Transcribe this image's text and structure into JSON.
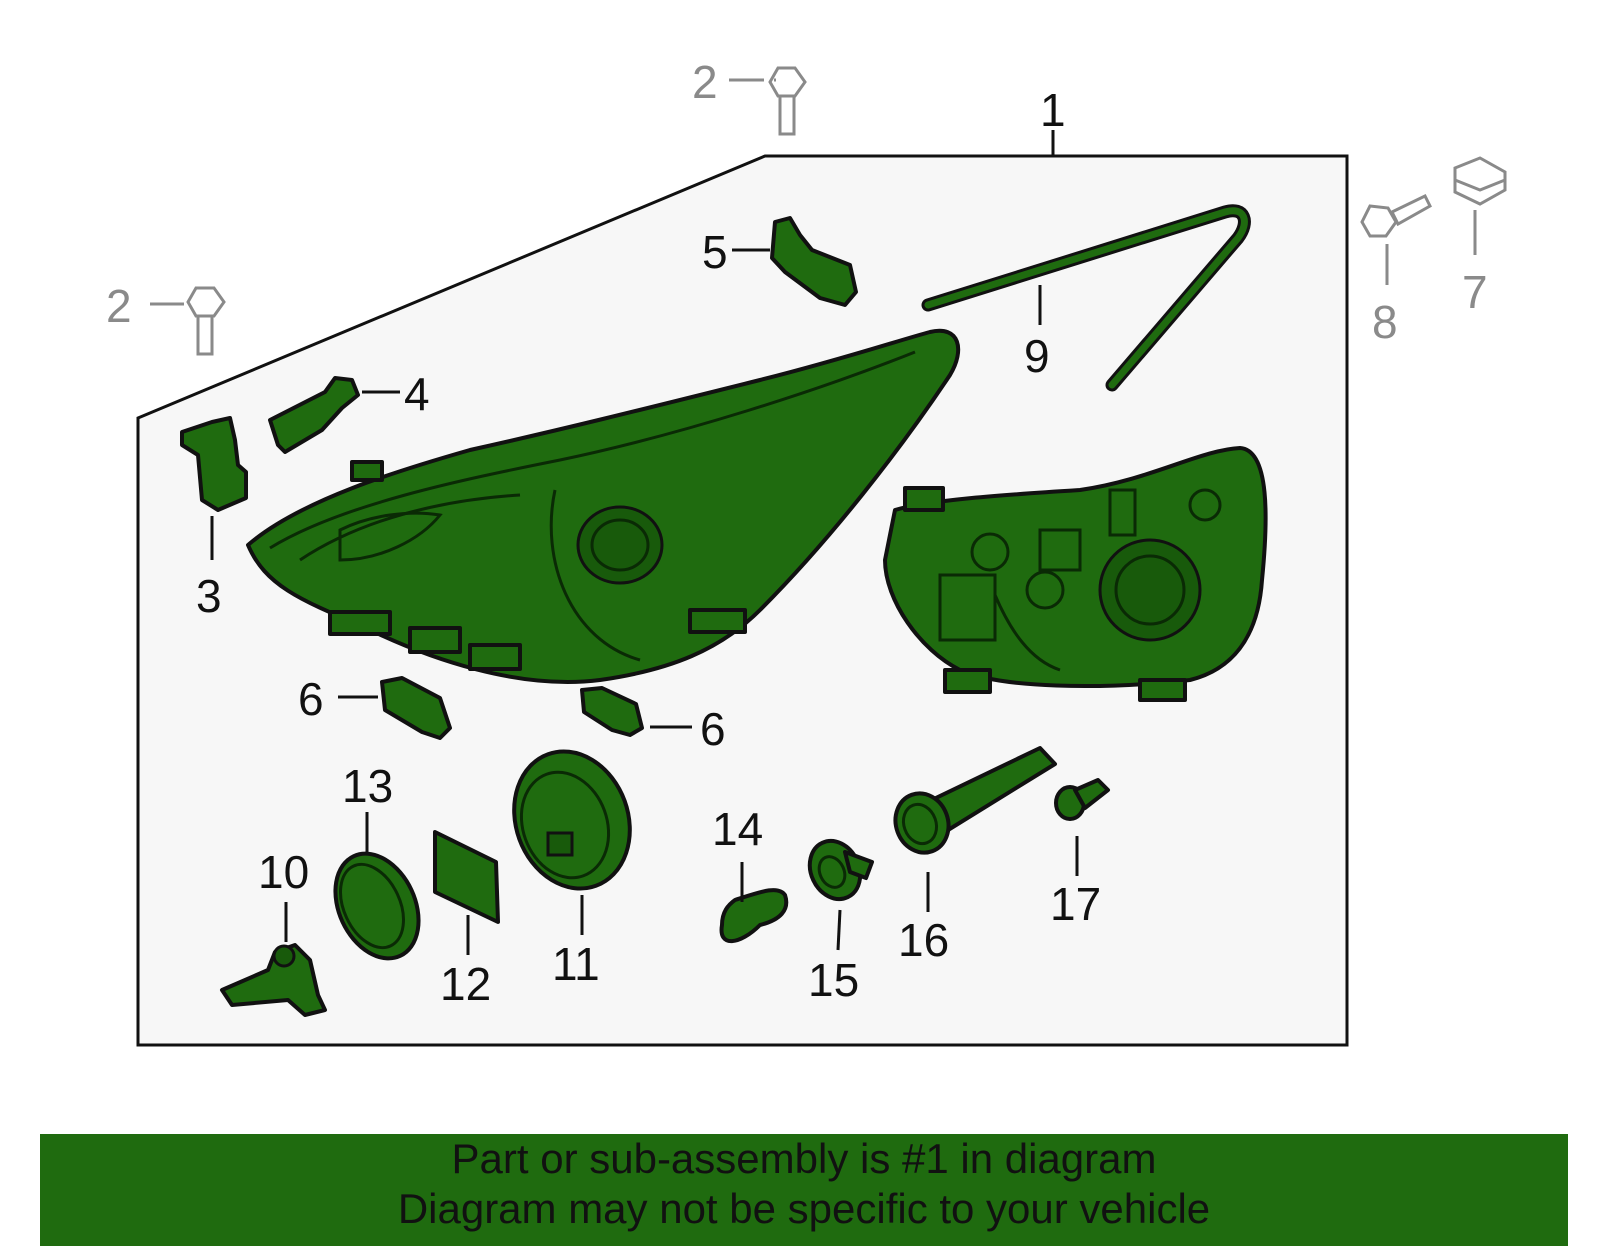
{
  "diagram": {
    "callouts": [
      {
        "id": "1",
        "label": "1"
      },
      {
        "id": "2a",
        "label": "2"
      },
      {
        "id": "2b",
        "label": "2"
      },
      {
        "id": "3",
        "label": "3"
      },
      {
        "id": "4",
        "label": "4"
      },
      {
        "id": "5",
        "label": "5"
      },
      {
        "id": "6a",
        "label": "6"
      },
      {
        "id": "6b",
        "label": "6"
      },
      {
        "id": "7",
        "label": "7"
      },
      {
        "id": "8",
        "label": "8"
      },
      {
        "id": "9",
        "label": "9"
      },
      {
        "id": "10",
        "label": "10"
      },
      {
        "id": "11",
        "label": "11"
      },
      {
        "id": "12",
        "label": "12"
      },
      {
        "id": "13",
        "label": "13"
      },
      {
        "id": "14",
        "label": "14"
      },
      {
        "id": "15",
        "label": "15"
      },
      {
        "id": "16",
        "label": "16"
      },
      {
        "id": "17",
        "label": "17"
      }
    ],
    "colors": {
      "part_fill": "#1f6b0f",
      "outline": "#111111",
      "hardware_gray": "#8a8a8a",
      "panel": "#f7f7f7"
    }
  },
  "footer": {
    "line1": "Part or sub-assembly is #1 in diagram",
    "line2": "Diagram may not be specific to your vehicle"
  }
}
